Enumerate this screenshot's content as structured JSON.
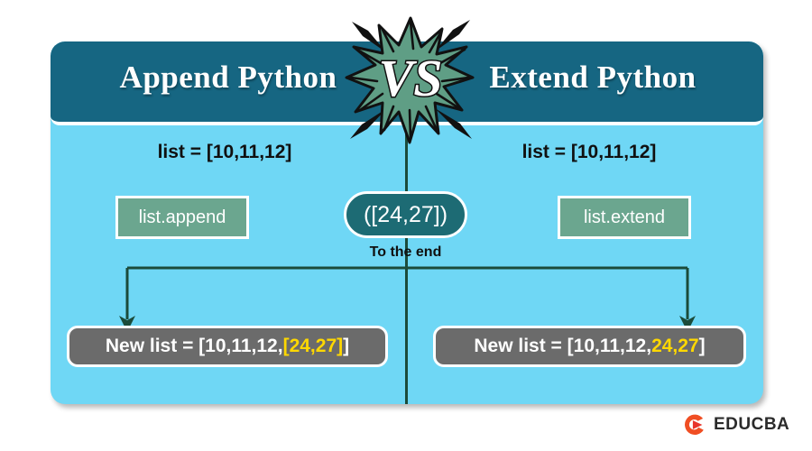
{
  "header": {
    "left_title": "Append Python",
    "right_title": "Extend Python",
    "vs_label": "VS"
  },
  "left_column": {
    "list_declaration": "list = [10,11,12]",
    "method_label": "list.append",
    "result_prefix": "New list = [10,11,12,",
    "result_highlight": "[24,27]",
    "result_suffix": "]"
  },
  "right_column": {
    "list_declaration": "list = [10,11,12]",
    "method_label": "list.extend",
    "result_prefix": "New list = [10,11,12,",
    "result_highlight": "24,27",
    "result_suffix": "]"
  },
  "center": {
    "argument_label": "([24,27])",
    "caption": "To the end"
  },
  "branding": {
    "name": "EDUCBA"
  },
  "colors": {
    "header_teal": "#166682",
    "body_blue": "#6FD7F5",
    "method_green": "#6BA68F",
    "pill_teal": "#1D6B74",
    "result_gray": "#6B6B6B",
    "highlight_yellow": "#FFD800",
    "connector_green": "#1B4B3A",
    "burst_green": "#5F9E85",
    "logo_orange": "#F04E23"
  }
}
